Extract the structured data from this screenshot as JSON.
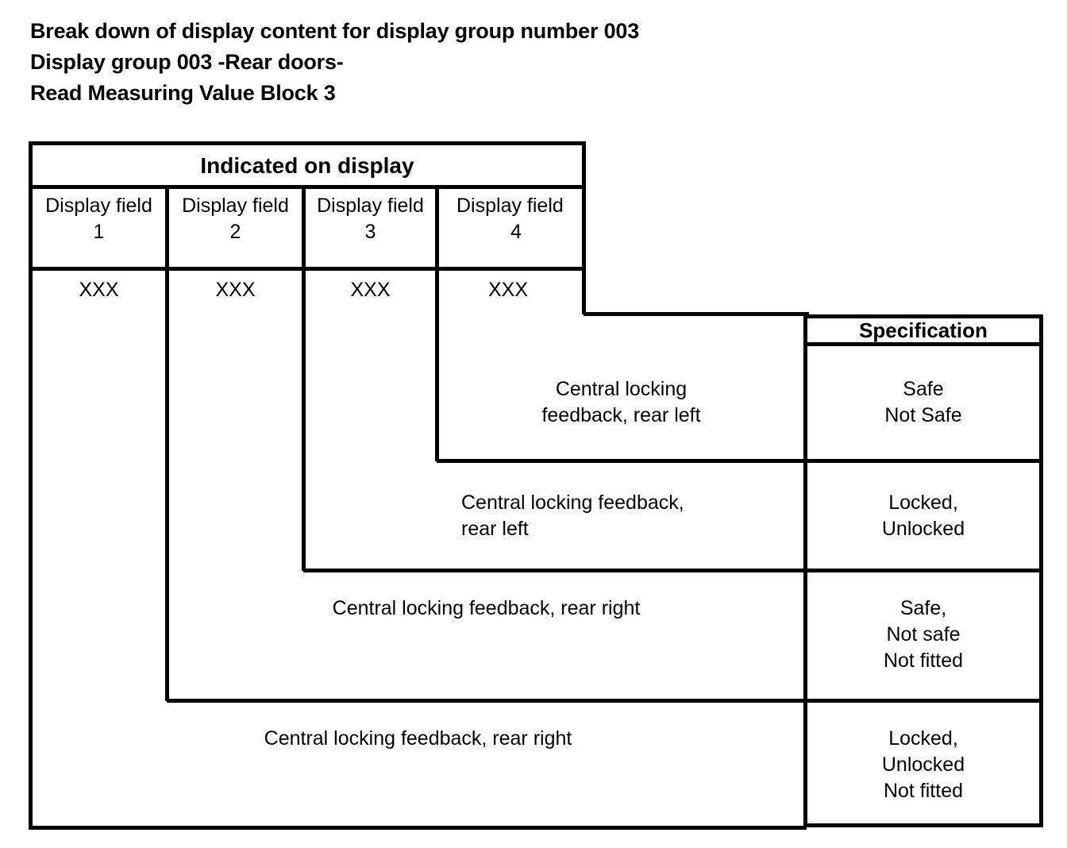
{
  "heading": {
    "line1": "Break down of display content for display group number 003",
    "line2": "Display group 003 -Rear doors-",
    "line3": "Read Measuring Value Block 3"
  },
  "table": {
    "display_header": "Indicated on display",
    "specification_header": "Specification",
    "display_fields": [
      {
        "label": "Display field",
        "number": "1",
        "value": "XXX"
      },
      {
        "label": "Display field",
        "number": "2",
        "value": "XXX"
      },
      {
        "label": "Display field",
        "number": "3",
        "value": "XXX"
      },
      {
        "label": "Display field",
        "number": "4",
        "value": "XXX"
      }
    ],
    "rows": [
      {
        "description": "Central locking\nfeedback, rear left",
        "specification": "Safe\nNot Safe"
      },
      {
        "description": "Central locking feedback,\nrear left",
        "specification": "Locked,\nUnlocked"
      },
      {
        "description": "Central locking feedback, rear right",
        "specification": "Safe,\nNot safe\nNot fitted"
      },
      {
        "description": "Central locking feedback, rear right",
        "specification": "Locked,\nUnlocked\nNot fitted"
      }
    ]
  },
  "colors": {
    "ink": "#000000",
    "paper": "#ffffff"
  }
}
